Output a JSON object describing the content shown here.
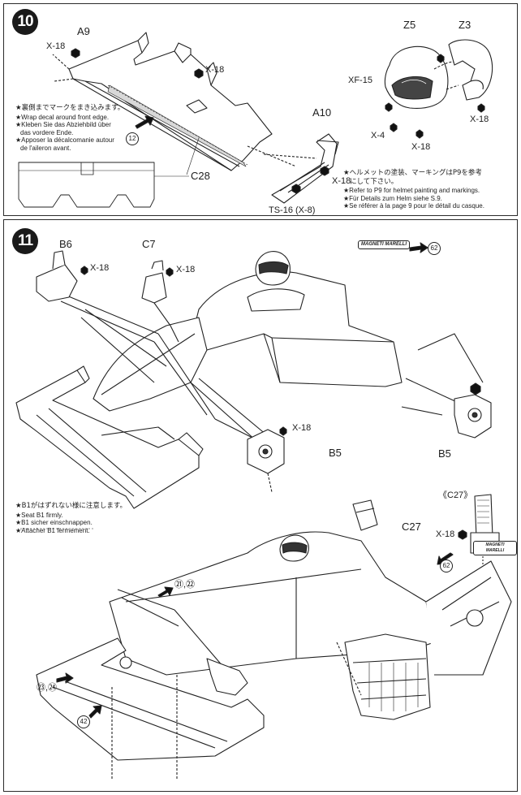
{
  "step10": {
    "number": "10",
    "parts": {
      "a9": "A9",
      "a10": "A10",
      "c28": "C28",
      "z5": "Z5",
      "z3": "Z3",
      "x18_a": "X-18",
      "x18_b": "X-18",
      "x18_c": "X-18",
      "x18_d": "X-18",
      "x18_e": "X-18",
      "xf15": "XF-15",
      "x4": "X-4",
      "ts16": "TS-16 (X-8)"
    },
    "decal_ref": "12",
    "wrap_note": {
      "jp": "★裏側までマークをまき込みます。",
      "en": "★Wrap decal around front edge.",
      "de1": "★Kleben Sie das Abziehbild über",
      "de2": "das vordere Ende.",
      "fr1": "★Apposer la décalcomanie autour",
      "fr2": "de l'aileron avant."
    },
    "helmet_note": {
      "jp1": "★ヘルメットの塗装、マーキングはP9を参考",
      "jp2": "にして下さい。",
      "en": "★Refer to P9 for helmet painting and markings.",
      "de": "★Für Details zum Helm siehe S.9.",
      "fr": "★Se référer à la page 9 pour le détail du casque."
    }
  },
  "step11": {
    "number": "11",
    "parts": {
      "b6": "B6",
      "c7": "C7",
      "b5": "B5",
      "b5_detail": "B5",
      "c27": "C27",
      "c27_detail": "《C27》",
      "x18_a": "X-18",
      "x18_b": "X-18",
      "x18_c": "X-18",
      "x18_d": "X-18"
    },
    "decal_refs": {
      "r62_top": "62",
      "r62_bottom": "62",
      "r21_22": "㉑,㉒",
      "r23_24": "㉓,㉔",
      "r42": "42"
    },
    "magneti_label": "MAGNETI MARELLI",
    "seat_note": {
      "jp": "★B1がはずれない様に注意します。",
      "en": "★Seat B1 firmly.",
      "de": "★B1 sicher einschnappen.",
      "fr": "★Attacher B1 fermement."
    }
  }
}
